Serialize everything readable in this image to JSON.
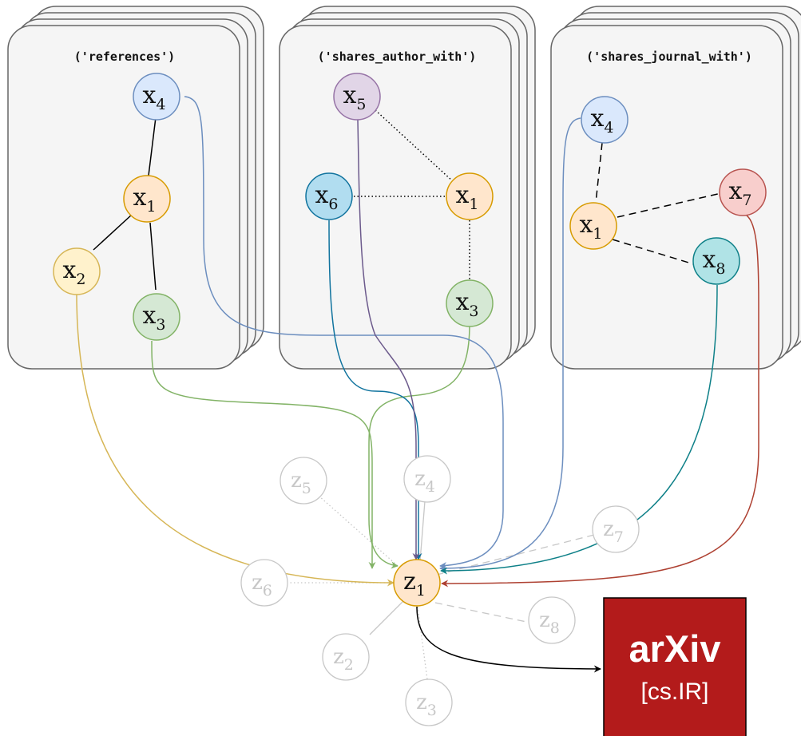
{
  "relation_panels": {
    "references": {
      "title": "('references')",
      "nodes": {
        "x4": {
          "base": "x",
          "sub": "4"
        },
        "x1": {
          "base": "x",
          "sub": "1"
        },
        "x2": {
          "base": "x",
          "sub": "2"
        },
        "x3": {
          "base": "x",
          "sub": "3"
        }
      }
    },
    "shares_author_with": {
      "title": "('shares_author_with')",
      "nodes": {
        "x5": {
          "base": "x",
          "sub": "5"
        },
        "x6": {
          "base": "x",
          "sub": "6"
        },
        "x1": {
          "base": "x",
          "sub": "1"
        },
        "x3": {
          "base": "x",
          "sub": "3"
        }
      }
    },
    "shares_journal_with": {
      "title": "('shares_journal_with')",
      "nodes": {
        "x4": {
          "base": "x",
          "sub": "4"
        },
        "x1": {
          "base": "x",
          "sub": "1"
        },
        "x7": {
          "base": "x",
          "sub": "7"
        },
        "x8": {
          "base": "x",
          "sub": "8"
        }
      }
    }
  },
  "embedding_nodes": {
    "z1": {
      "base": "z",
      "sub": "1"
    },
    "z2": {
      "base": "z",
      "sub": "2"
    },
    "z3": {
      "base": "z",
      "sub": "3"
    },
    "z4": {
      "base": "z",
      "sub": "4"
    },
    "z5": {
      "base": "z",
      "sub": "5"
    },
    "z6": {
      "base": "z",
      "sub": "6"
    },
    "z7": {
      "base": "z",
      "sub": "7"
    },
    "z8": {
      "base": "z",
      "sub": "8"
    }
  },
  "output": {
    "logo_text": "arXiv",
    "category": "[cs.IR]"
  },
  "colors": {
    "panel_fill": "#f5f5f5",
    "panel_stroke": "#666666",
    "x1_orange": "#ffe6cc",
    "x2_yellow": "#fff2cc",
    "x3_green": "#d5e8d4",
    "x4_blue": "#dae8fc",
    "x5_purple": "#e1d5e7",
    "x6_cyan": "#b1ddf0",
    "x7_red": "#f8cecc",
    "x8_teal": "#b0e3e6",
    "arxiv_red": "#b31b1b",
    "ghost": "#c7c7c7"
  }
}
